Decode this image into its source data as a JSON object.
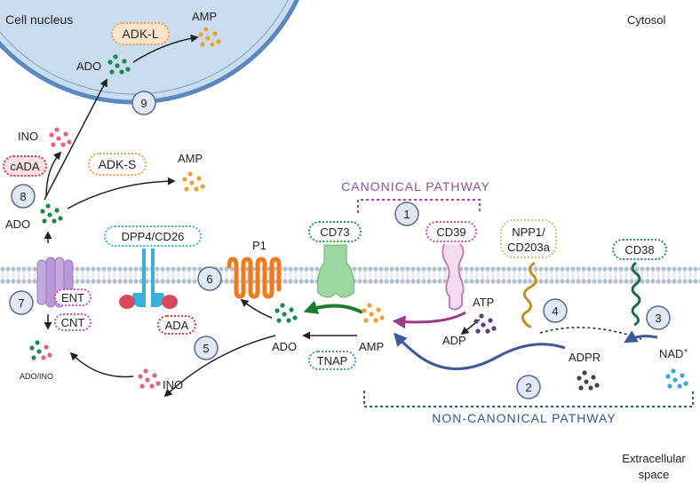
{
  "regions": {
    "nucleus": "Cell nucleus",
    "cytosol": "Cytosol",
    "extracellular": [
      "Extracellular",
      "space"
    ]
  },
  "pathways": {
    "canonical": "CANONICAL PATHWAY",
    "non_canonical": "NON-CANONICAL PATHWAY"
  },
  "proteins": {
    "adk_l": "ADK-L",
    "adk_s": "ADK-S",
    "cada": "cADA",
    "dpp4": "DPP4/CD26",
    "ada": "ADA",
    "cd73": "CD73",
    "tnap": "TNAP",
    "cd39": "CD39",
    "npp1": [
      "NPP1/",
      "CD203a"
    ],
    "cd38": "CD38",
    "ent": "ENT",
    "cnt": "CNT",
    "p1": "P1"
  },
  "metabolites": {
    "ado": "ADO",
    "amp": "AMP",
    "ino": "INO",
    "atp": "ATP",
    "adp": "ADP",
    "adpr": "ADPR",
    "nad": "NAD",
    "nad_sup": "+",
    "ado_ino": "ADO/INO"
  },
  "steps": [
    "1",
    "2",
    "3",
    "4",
    "5",
    "6",
    "7",
    "8",
    "9"
  ],
  "colors": {
    "ado": "#1a8a4a",
    "amp": "#f0a030",
    "ino": "#e8607a",
    "atp": "#5a3a8a",
    "adpr": "#444444",
    "nad": "#3aa8d8",
    "membrane": "#b8c4d4",
    "nucleus_fill": "#c8dcf0",
    "nucleus_ring": "#5a88c0",
    "canonical": "#9a4a9a",
    "non_canonical": "#2a5a9a"
  }
}
